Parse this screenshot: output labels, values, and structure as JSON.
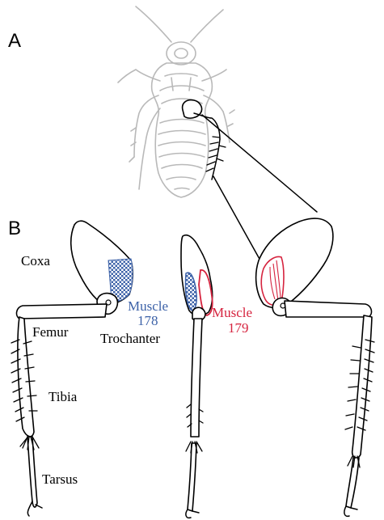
{
  "panels": {
    "a": "A",
    "b": "B"
  },
  "labels": {
    "coxa": "Coxa",
    "femur": "Femur",
    "trochanter": "Trochanter",
    "tibia": "Tibia",
    "tarsus": "Tarsus",
    "muscle178_word": "Muscle",
    "muscle178_num": "178",
    "muscle179_word": "Muscle",
    "muscle179_num": "179"
  },
  "colors": {
    "muscle178": "#3d62a8",
    "muscle179": "#d6243f",
    "insect_outline": "#b9b9b9"
  }
}
